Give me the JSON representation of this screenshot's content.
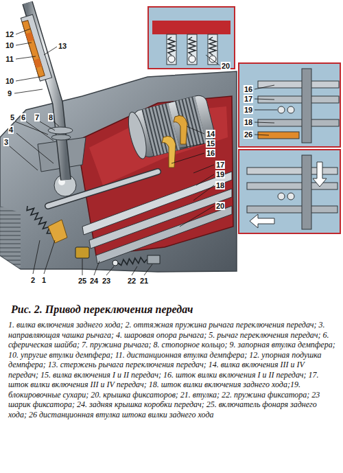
{
  "diagram": {
    "title": "Рис. 2. Привод переключения передач",
    "caption": "1. вилка включения заднего хода; 2. оттяжная пружина рычага переключения передач; 3. направляющая чашка рычага; 4. шаровая опора рычага; 5. рычаг переключения передач; 6. сферическая шайба; 7. пружина рычага; 8. стопорное кольцо; 9. запорная втулка демпфера; 10. упругие втулки демпфера; 11. дистанционная втулка демпфера; 12. упорная подушка демпфера; 13. стержень рычага переключения передач; 14. вилка включения III и IV передач; 15. вилка включения I и II передач; 16. шток вилки включения I и II передач; 17. шток вилки включения III и IV передач; 18. шток вилки включения заднего хода;19. блокировочные сухари; 20. крышка фиксаторов; 21. втулка; 22. пружина фиксатора; 23 шарик фиксатора; 24. задняя крышка коробки передач; 25. включатель фонаря заднего хода; 26 дистанционная втулка штока вилки заднего хода",
    "labels": [
      "12",
      "10",
      "11",
      "13",
      "10",
      "9",
      "5",
      "6",
      "7",
      "8",
      "4",
      "3",
      "14",
      "15",
      "16",
      "17",
      "19",
      "18",
      "20",
      "2",
      "1",
      "25",
      "24",
      "23",
      "22",
      "21",
      "20",
      "16",
      "17",
      "19",
      "18",
      "26"
    ]
  }
}
